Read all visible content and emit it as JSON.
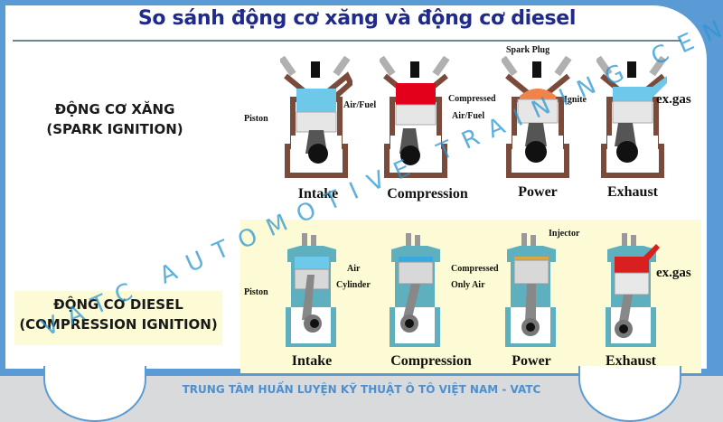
{
  "title": "So sánh động cơ xăng và động cơ diesel",
  "colors": {
    "frame_blue": "#5b9bd5",
    "title_navy": "#1f2a8a",
    "diesel_panel_yellow": "#fdfbd6",
    "petrol_wall_brown": "#7a4a3a",
    "diesel_wall_teal": "#5fb0bf",
    "intake_blue": "#6ec8ea",
    "compression_red": "#e3001b",
    "power_orange": "#f0824a",
    "exhaust_red": "#d82020",
    "footer_blue": "#4e8fcc"
  },
  "petrol": {
    "label_line1": "ĐỘNG CƠ XĂNG",
    "label_line2": "(SPARK IGNITION)",
    "stages": [
      {
        "name": "Intake",
        "annotations": [
          "Piston",
          "Air/Fuel"
        ],
        "chamber_color": "#6ec8ea"
      },
      {
        "name": "Compression",
        "annotations": [
          "Compressed",
          "Air/Fuel"
        ],
        "chamber_color": "#e3001b"
      },
      {
        "name": "Power",
        "annotations": [
          "Spark Plug",
          "Ignite"
        ],
        "chamber_color": "#f0824a"
      },
      {
        "name": "Exhaust",
        "annotations": [
          "ex.gas"
        ],
        "chamber_color": "#6ec8ea"
      }
    ]
  },
  "diesel": {
    "label_line1": "ĐỘNG CƠ DIESEL",
    "label_line2": "(COMPRESSION IGNITION)",
    "stages": [
      {
        "name": "Intake",
        "annotations": [
          "Piston",
          "Air",
          "Cylinder"
        ],
        "chamber_color": "#6ec8ea"
      },
      {
        "name": "Compression",
        "annotations": [
          "Compressed",
          "Only Air"
        ],
        "chamber_color": "#3aa8e0"
      },
      {
        "name": "Power",
        "annotations": [
          "Injector"
        ],
        "chamber_color": "#d9a640"
      },
      {
        "name": "Exhaust",
        "annotations": [
          "ex.gas"
        ],
        "chamber_color": "#d82020"
      }
    ]
  },
  "watermark": "VATC AUTOMOTIVE TRAINING CENTER",
  "footer": "TRUNG TÂM HUẤN LUYỆN KỸ THUẬT Ô TÔ VIỆT NAM - VATC"
}
